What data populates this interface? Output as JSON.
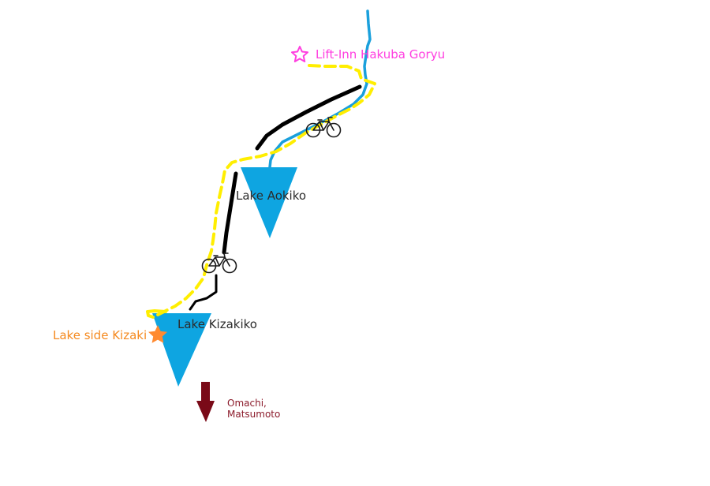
{
  "colors": {
    "background": "#ffffff",
    "lake": "#0ea5e1",
    "river": "#1aa0dc",
    "cycling_route": "#ffee00",
    "road": "#000000",
    "hotel_star": "#ff3fe0",
    "hotel_label": "#ff3fe0",
    "lakeside_star": "#ff8a30",
    "lakeside_label": "#f58a20",
    "direction_arrow": "#7a0a18",
    "direction_label": "#8b1a2a",
    "lake_label": "#2b2b2b",
    "bicycle": "#1a1a1a"
  },
  "labels": {
    "hotel": "Lift-Inn Hakuba Goryu",
    "lake_aokiko": "Lake Aokiko",
    "lake_kizakiko": "Lake Kizakiko",
    "lakeside": "Lake side Kizaki",
    "direction_line1": "Omachi,",
    "direction_line2": "Matsumoto"
  },
  "icons": {
    "hotel_marker": "star-outline-icon",
    "lakeside_marker": "star-filled-icon",
    "bicycle_1": "bicycle-icon",
    "bicycle_2": "bicycle-icon",
    "direction": "arrow-down-icon"
  }
}
